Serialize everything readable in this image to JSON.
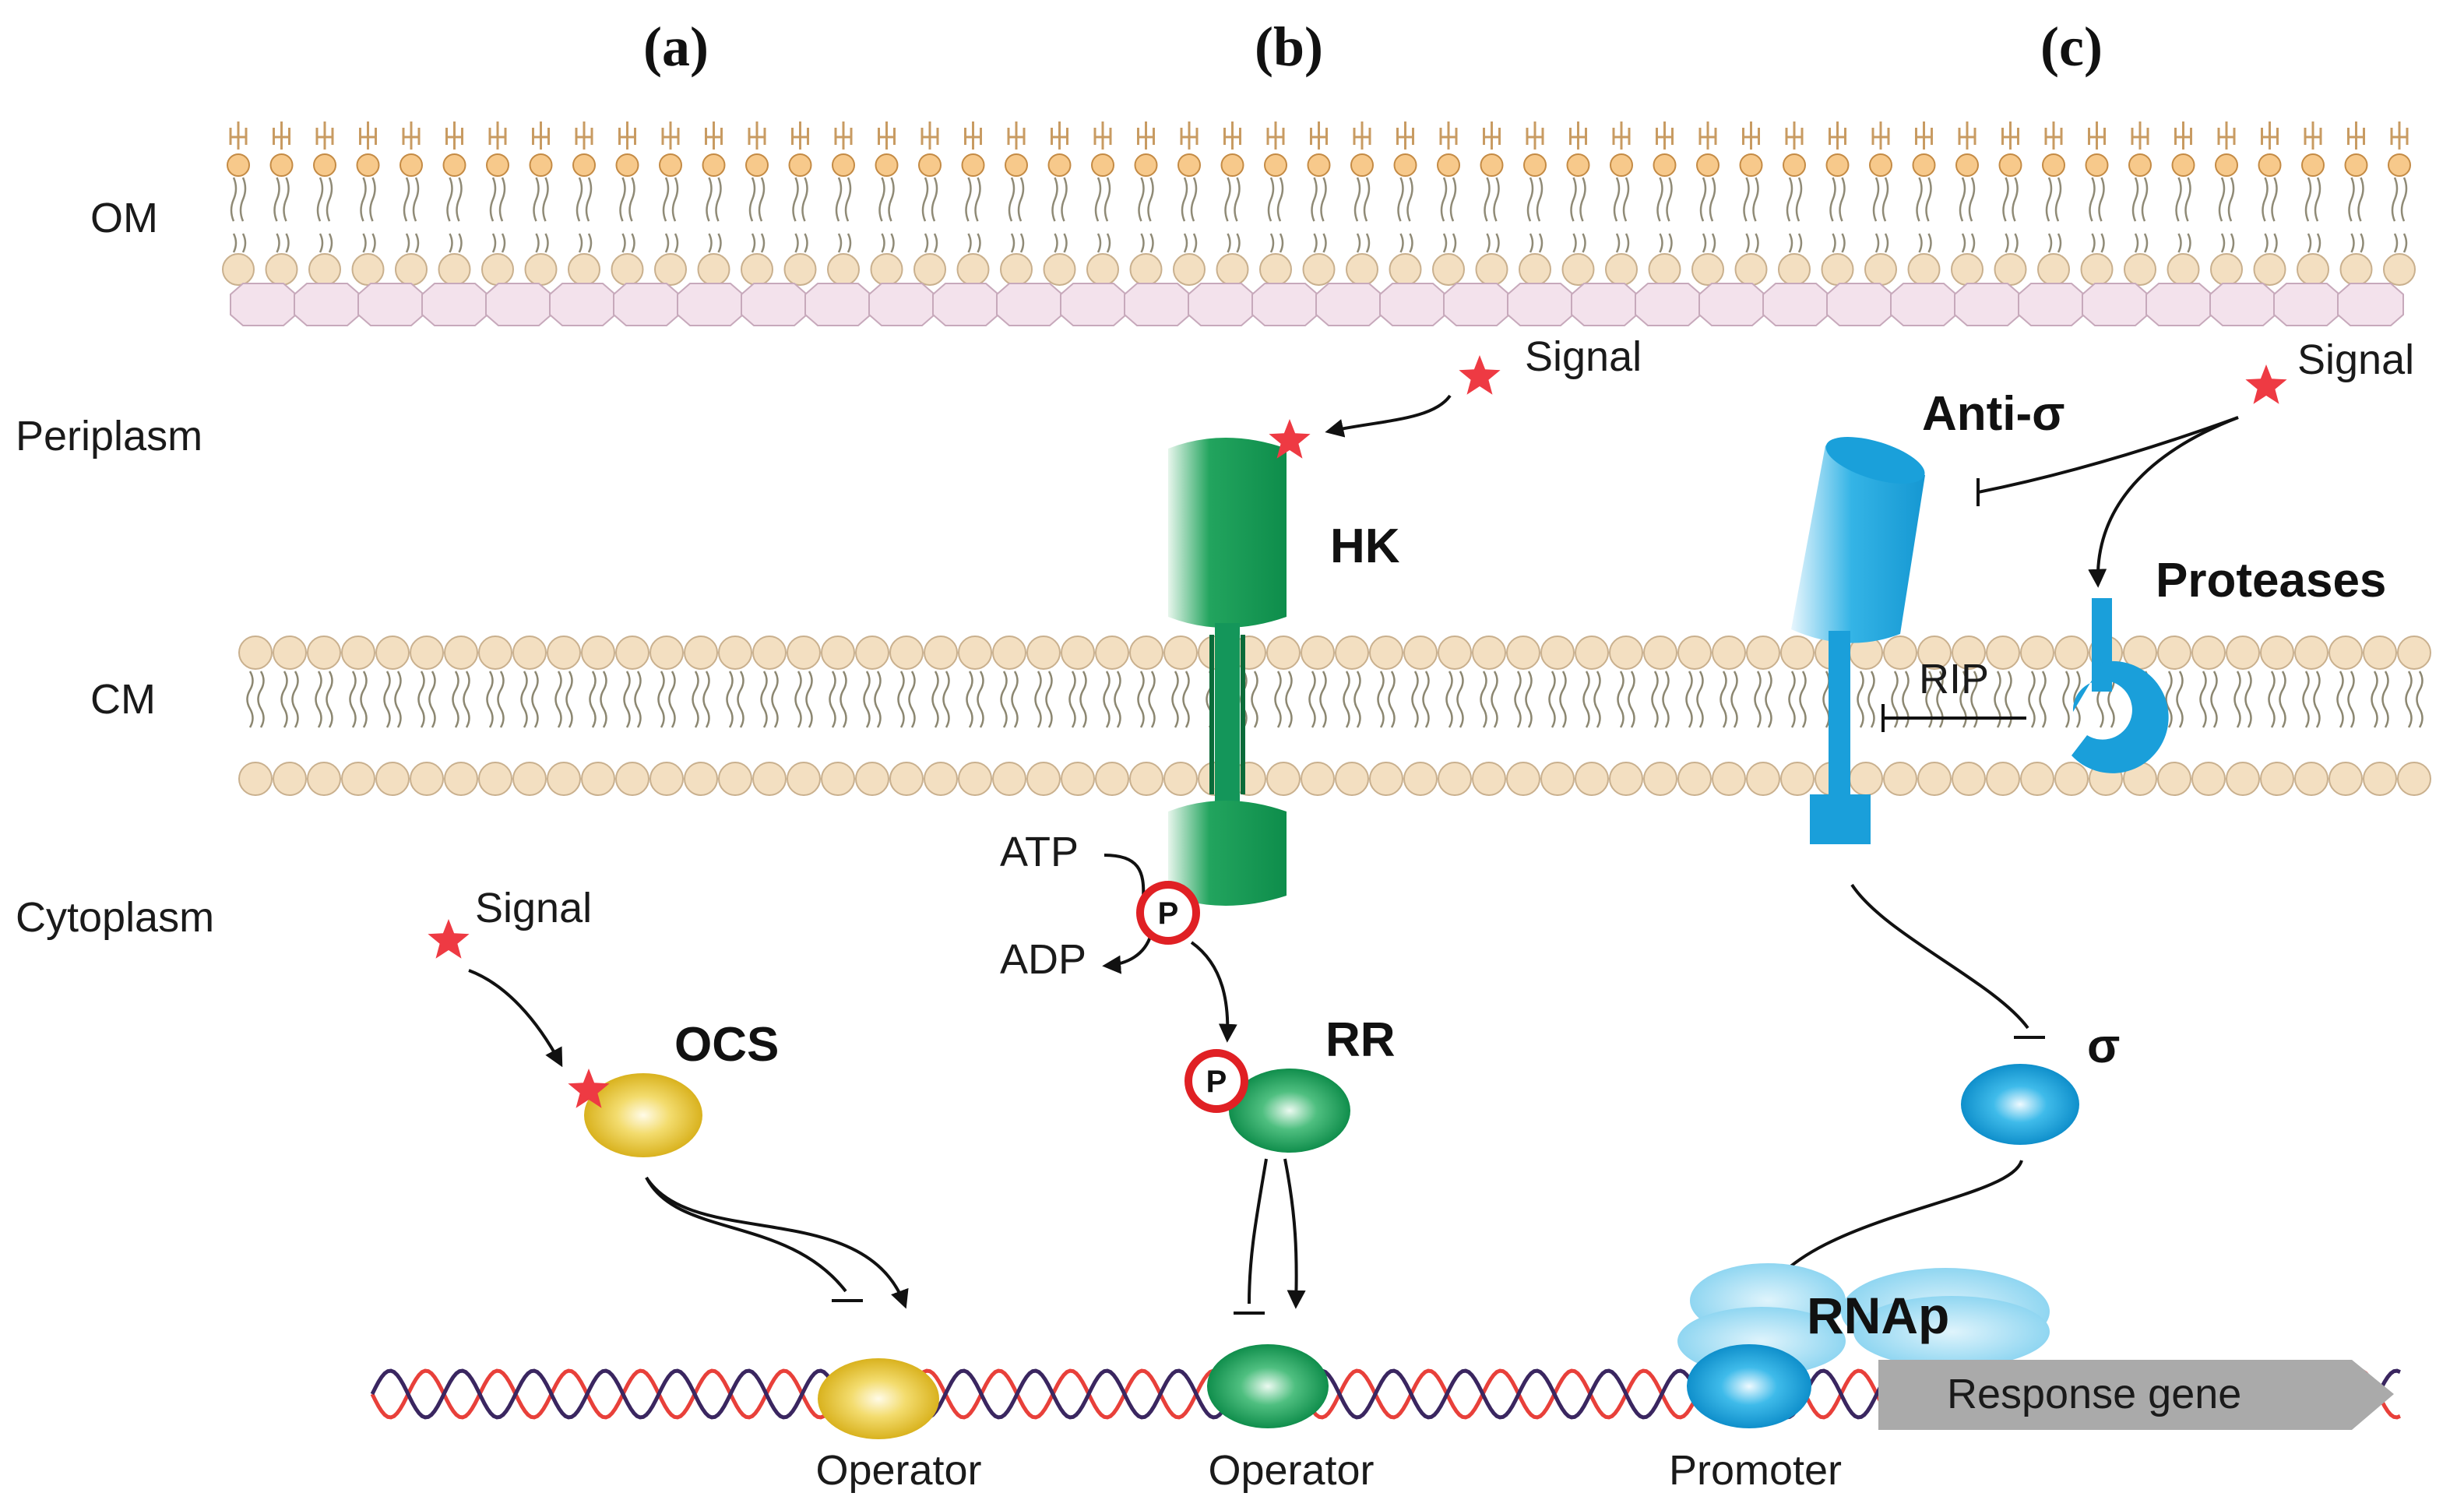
{
  "panels": [
    "(a)",
    "(b)",
    "(c)"
  ],
  "compartments": {
    "om": "OM",
    "periplasm": "Periplasm",
    "cm": "CM",
    "cytoplasm": "Cytoplasm"
  },
  "signals": {
    "a": "Signal",
    "b": "Signal",
    "c": "Signal"
  },
  "proteins": {
    "hk": "HK",
    "rr": "RR",
    "ocs": "OCS",
    "anti_sigma": "Anti-σ",
    "proteases": "Proteases",
    "sigma": "σ",
    "rnap": "RNAp",
    "phospho": "P"
  },
  "process": {
    "atp": "ATP",
    "adp": "ADP",
    "rip": "RIP"
  },
  "dna": {
    "operator_a": "Operator",
    "operator_b": "Operator",
    "promoter": "Promoter",
    "response_gene": "Response gene"
  },
  "colors": {
    "membrane_head": "#f3dfc1",
    "om_head": "#f7c98b",
    "lps": "#f3e2ec",
    "green": "#1aa05a",
    "blue": "#1ea7df",
    "yellow": "#e8c63a",
    "signal_red": "#ee3a43",
    "dna_red": "#e8403a",
    "dna_navy": "#3a2660",
    "gene_gray": "#aaaaaa"
  }
}
